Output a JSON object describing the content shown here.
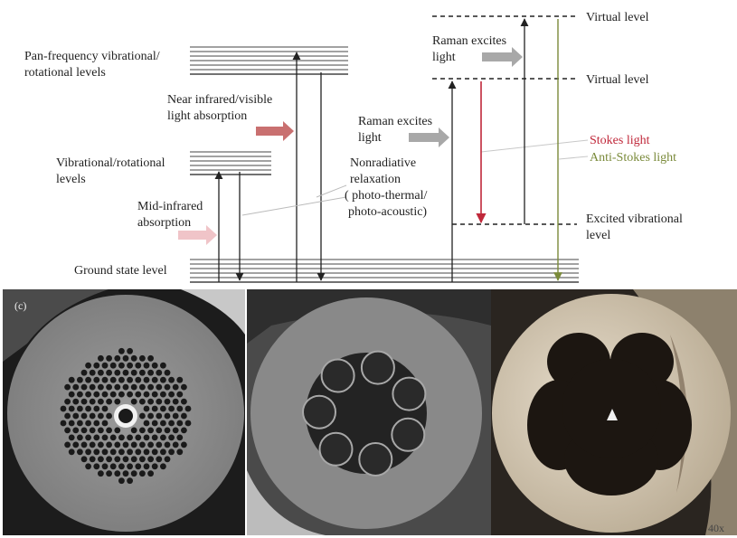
{
  "diagram": {
    "labels": {
      "pan_freq_1": "Pan-frequency vibrational/",
      "pan_freq_2": "rotational levels",
      "nir_1": "Near infrared/visible",
      "nir_2": "light absorption",
      "vib_rot_1": "Vibrational/rotational",
      "vib_rot_2": "levels",
      "mid_ir_1": "Mid-infrared",
      "mid_ir_2": "absorption",
      "nonrad_1": "Nonradiative",
      "nonrad_2": "relaxation",
      "nonrad_3": "( photo-thermal/",
      "nonrad_4": "photo-acoustic)",
      "ground": "Ground state level",
      "raman_upper_1": "Raman excites",
      "raman_upper_2": "light",
      "raman_lower_1": "Raman excites",
      "raman_lower_2": "light",
      "virtual_top": "Virtual level",
      "virtual_mid": "Virtual level",
      "stokes": "Stokes light",
      "anti_stokes": "Anti-Stokes light",
      "excited_1": "Excited vibrational",
      "excited_2": "level"
    },
    "colors": {
      "stokes": "#c0283a",
      "anti_stokes": "#7a8a3a",
      "nir_arrow": "#c97070",
      "mid_ir_arrow": "#f0c4c8",
      "raman_arrow": "#a8a8a8"
    }
  },
  "photos": {
    "panel_label": "(c)",
    "scale_mark": "40x"
  }
}
